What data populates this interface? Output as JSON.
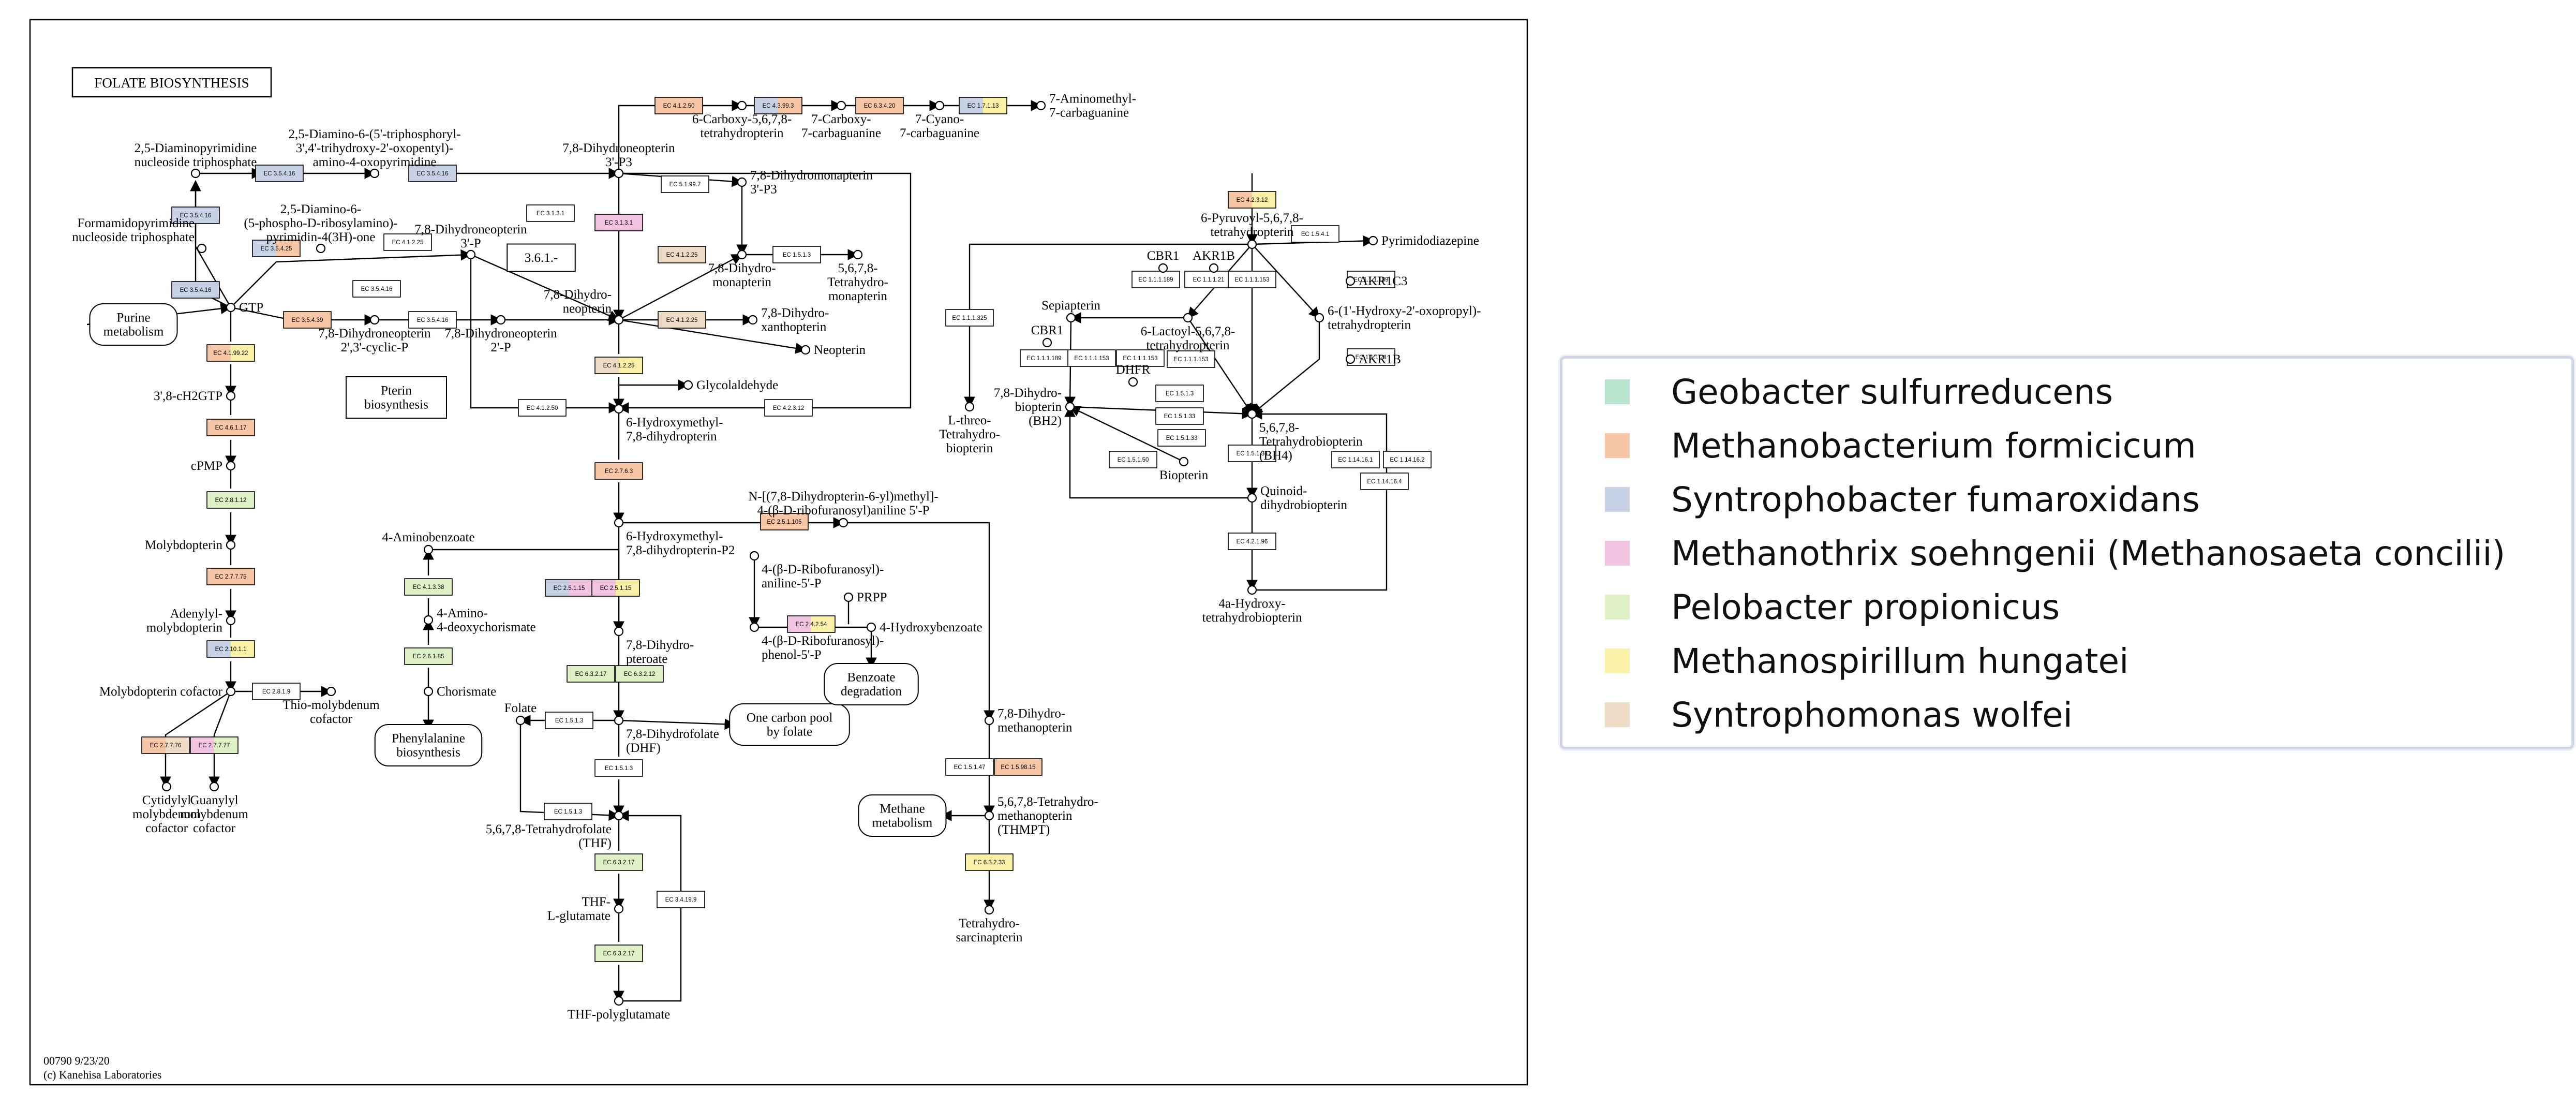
{
  "diagram": {
    "title": "FOLATE BIOSYNTHESIS",
    "map_id": "00790 9/23/20",
    "copyright": "(c) Kanehisa Laboratories"
  },
  "colors": {
    "geobacter": "#b9e5cf",
    "methanobacterium": "#f7c6a6",
    "syntrophobacter": "#c7d2e6",
    "methanothrix": "#f3c4e1",
    "pelobacter": "#ddf0c6",
    "methanospirillum": "#fbf0a8",
    "syntrophomonas": "#efdcc6"
  },
  "legend": [
    {
      "label": "Geobacter sulfurreducens",
      "color_key": "geobacter"
    },
    {
      "label": "Methanobacterium formicicum",
      "color_key": "methanobacterium"
    },
    {
      "label": "Syntrophobacter fumaroxidans",
      "color_key": "syntrophobacter"
    },
    {
      "label": "Methanothrix soehngenii (Methanosaeta concilii)",
      "color_key": "methanothrix"
    },
    {
      "label": "Pelobacter propionicus",
      "color_key": "pelobacter"
    },
    {
      "label": "Methanospirillum hungatei",
      "color_key": "methanospirillum"
    },
    {
      "label": "Syntrophomonas wolfei",
      "color_key": "syntrophomonas"
    }
  ],
  "compounds": [
    {
      "id": "c_dntp",
      "lines": [
        "2,5-Diaminopyrimidine",
        "nucleoside triphosphate"
      ]
    },
    {
      "id": "c_ddtp",
      "lines": [
        "2,5-Diamino-6-(5'-triphosphoryl-",
        "3',4'-trihydroxy-2'-oxopentyl)-",
        "amino-4-oxopyrimidine"
      ]
    },
    {
      "id": "c_dhnp3",
      "lines": [
        "7,8-Dihydroneopterin",
        "3'-P3"
      ]
    },
    {
      "id": "c_fapy",
      "lines": [
        "Formamidopyrimidine",
        "nucleoside triphosphate"
      ]
    },
    {
      "id": "c_dapr",
      "lines": [
        "2,5-Diamino-6-",
        "(5-phospho-D-ribosylamino)-",
        "pyrimidin-4(3H)-one"
      ]
    },
    {
      "id": "c_dhn3p",
      "lines": [
        "7,8-Dihydroneopterin",
        "3'-P"
      ]
    },
    {
      "id": "c_gtp",
      "lines": [
        "GTP"
      ]
    },
    {
      "id": "c_purine",
      "lines": [
        "Purine",
        "metabolism"
      ]
    },
    {
      "id": "c_dhncp",
      "lines": [
        "7,8-Dihydroneopterin",
        "2',3'-cyclic-P"
      ]
    },
    {
      "id": "c_dhn2p",
      "lines": [
        "7,8-Dihydroneopterin",
        "2'-P"
      ]
    },
    {
      "id": "c_pterin",
      "lines": [
        "Pterin",
        "biosynthesis"
      ]
    },
    {
      "id": "c_ch2gtp",
      "lines": [
        "3',8-cH2GTP"
      ]
    },
    {
      "id": "c_cpmp",
      "lines": [
        "cPMP"
      ]
    },
    {
      "id": "c_mpt",
      "lines": [
        "Molybdopterin"
      ]
    },
    {
      "id": "c_ampt",
      "lines": [
        "Adenylyl-",
        "molybdopterin"
      ]
    },
    {
      "id": "c_moco",
      "lines": [
        "Molybdopterin cofactor"
      ]
    },
    {
      "id": "c_thiomoco",
      "lines": [
        "Thio-molybdenum",
        "cofactor"
      ]
    },
    {
      "id": "c_cmoco",
      "lines": [
        "Cytidylyl",
        "molybdenum",
        "cofactor"
      ]
    },
    {
      "id": "c_gmoco",
      "lines": [
        "Guanylyl",
        "molybdenum",
        "cofactor"
      ]
    },
    {
      "id": "c_cphp",
      "lines": [
        "6-Carboxy-5,6,7,8-",
        "tetrahydropterin"
      ]
    },
    {
      "id": "c_cdg",
      "lines": [
        "7-Carboxy-",
        "7-carbaguanine"
      ]
    },
    {
      "id": "c_preq0",
      "lines": [
        "7-Cyano-",
        "7-carbaguanine"
      ]
    },
    {
      "id": "c_preq1",
      "lines": [
        "7-Aminomethyl-",
        "7-carbaguanine"
      ]
    },
    {
      "id": "c_dhmp3",
      "lines": [
        "7,8-Dihydromonapterin",
        "3'-P3"
      ]
    },
    {
      "id": "c_dhmon",
      "lines": [
        "7,8-Dihydro-",
        "monapterin"
      ]
    },
    {
      "id": "c_thmon",
      "lines": [
        "5,6,7,8-",
        "Tetrahydro-",
        "monapterin"
      ]
    },
    {
      "id": "c_dhneo",
      "lines": [
        "7,8-Dihydro-",
        "neopterin"
      ]
    },
    {
      "id": "c_dhxan",
      "lines": [
        "7,8-Dihydro-",
        "xanthopterin"
      ]
    },
    {
      "id": "c_neopterin",
      "lines": [
        "Neopterin"
      ]
    },
    {
      "id": "c_glyc",
      "lines": [
        "Glycolaldehyde"
      ]
    },
    {
      "id": "c_hmdhp",
      "lines": [
        "6-Hydroxymethyl-",
        "7,8-dihydropterin"
      ]
    },
    {
      "id": "c_hmdhpp2",
      "lines": [
        "6-Hydroxymethyl-",
        "7,8-dihydropterin-P2"
      ]
    },
    {
      "id": "c_aminobenz",
      "lines": [
        "4-Aminobenzoate"
      ]
    },
    {
      "id": "c_adc",
      "lines": [
        "4-Amino-",
        "4-deoxychorismate"
      ]
    },
    {
      "id": "c_chor",
      "lines": [
        "Chorismate"
      ]
    },
    {
      "id": "c_phe",
      "lines": [
        "Phenylalanine",
        "biosynthesis"
      ]
    },
    {
      "id": "c_dhpt",
      "lines": [
        "7,8-Dihydro-",
        "pteroate"
      ]
    },
    {
      "id": "c_folate",
      "lines": [
        "Folate"
      ]
    },
    {
      "id": "c_dhf",
      "lines": [
        "7,8-Dihydrofolate",
        "(DHF)"
      ]
    },
    {
      "id": "c_onec",
      "lines": [
        "One carbon pool",
        "by folate"
      ]
    },
    {
      "id": "c_thf",
      "lines": [
        "5,6,7,8-Tetrahydrofolate",
        "(THF)"
      ]
    },
    {
      "id": "c_thfglu",
      "lines": [
        "THF-",
        "L-glutamate"
      ]
    },
    {
      "id": "c_thfpoly",
      "lines": [
        "THF-polyglutamate"
      ]
    },
    {
      "id": "c_ndhm",
      "lines": [
        "N-[(7,8-Dihydropterin-6-yl)methyl]-",
        "4-(β-D-ribofuranosyl)aniline 5'-P"
      ]
    },
    {
      "id": "c_bdra",
      "lines": [
        "4-(β-D-Ribofuranosyl)-",
        "aniline-5'-P"
      ]
    },
    {
      "id": "c_prpp",
      "lines": [
        "PRPP"
      ]
    },
    {
      "id": "c_hba",
      "lines": [
        "4-Hydroxybenzoate"
      ]
    },
    {
      "id": "c_bdrp",
      "lines": [
        "4-(β-D-Ribofuranosyl)-",
        "phenol-5'-P"
      ]
    },
    {
      "id": "c_benzdeg",
      "lines": [
        "Benzoate",
        "degradation"
      ]
    },
    {
      "id": "c_dhmpt",
      "lines": [
        "7,8-Dihydro-",
        "methanopterin"
      ]
    },
    {
      "id": "c_methane",
      "lines": [
        "Methane",
        "metabolism"
      ]
    },
    {
      "id": "c_thmpt",
      "lines": [
        "5,6,7,8-Tetrahydro-",
        "methanopterin",
        "(THMPT)"
      ]
    },
    {
      "id": "c_thsp",
      "lines": [
        "Tetrahydro-",
        "sarcinapterin"
      ]
    },
    {
      "id": "c_ptp",
      "lines": [
        "6-Pyruvoyl-5,6,7,8-",
        "tetrahydropterin"
      ]
    },
    {
      "id": "c_pyrdiaz",
      "lines": [
        "Pyrimidodiazepine"
      ]
    },
    {
      "id": "c_cbr1a",
      "lines": [
        "CBR1"
      ]
    },
    {
      "id": "c_akr1b_a",
      "lines": [
        "AKR1B"
      ]
    },
    {
      "id": "c_akr1c3",
      "lines": [
        "AKR1C3"
      ]
    },
    {
      "id": "c_sepiapterin",
      "lines": [
        "Sepiapterin"
      ]
    },
    {
      "id": "c_lactoyl",
      "lines": [
        "6-Lactoyl-5,6,7,8-",
        "tetrahydropterin"
      ]
    },
    {
      "id": "c_hopt",
      "lines": [
        "6-(1'-Hydroxy-2'-oxopropyl)-",
        "tetrahydropterin"
      ]
    },
    {
      "id": "c_akr1b_b",
      "lines": [
        "AKR1B"
      ]
    },
    {
      "id": "c_cbr1b",
      "lines": [
        "CBR1"
      ]
    },
    {
      "id": "c_dhfr",
      "lines": [
        "DHFR"
      ]
    },
    {
      "id": "c_bh2",
      "lines": [
        "7,8-Dihydro-",
        "biopterin",
        "(BH2)"
      ]
    },
    {
      "id": "c_lthb",
      "lines": [
        "L-threo-",
        "Tetrahydro-",
        "biopterin"
      ]
    },
    {
      "id": "c_bh4",
      "lines": [
        "5,6,7,8-",
        "Tetrahydrobiopterin",
        "(BH4)"
      ]
    },
    {
      "id": "c_biopterin",
      "lines": [
        "Biopterin"
      ]
    },
    {
      "id": "c_qdhb",
      "lines": [
        "Quinoid-",
        "dihydrobiopterin"
      ]
    },
    {
      "id": "c_ahtb",
      "lines": [
        "4a-Hydroxy-",
        "tetrahydrobiopterin"
      ]
    },
    {
      "id": "c_361",
      "lines": [
        "3.6.1.-"
      ]
    }
  ],
  "enzymes": [
    {
      "id": "e01",
      "ec": "EC 3.5.4.16",
      "colors": [
        "syntrophobacter"
      ]
    },
    {
      "id": "e02",
      "ec": "EC 3.5.4.16",
      "colors": [
        "syntrophobacter"
      ]
    },
    {
      "id": "e03",
      "ec": "EC 3.5.4.16",
      "colors": [
        "syntrophobacter"
      ]
    },
    {
      "id": "e04",
      "ec": "EC 3.5.4.16",
      "colors": [
        "syntrophobacter"
      ]
    },
    {
      "id": "e05",
      "ec": "EC 3.5.4.25",
      "colors": [
        "syntrophobacter",
        "methanobacterium"
      ]
    },
    {
      "id": "e06",
      "ec": "EC 4.1.2.25",
      "colors": []
    },
    {
      "id": "e07",
      "ec": "EC 3.5.4.39",
      "colors": [
        "methanobacterium"
      ]
    },
    {
      "id": "e08",
      "ec": "EC 3.5.4.16",
      "colors": []
    },
    {
      "id": "e09",
      "ec": "EC 3.5.4.16",
      "colors": []
    },
    {
      "id": "e10",
      "ec": "EC 4.1.99.22",
      "colors": [
        "methanobacterium",
        "methanospirillum"
      ]
    },
    {
      "id": "e11",
      "ec": "EC 4.6.1.17",
      "colors": [
        "methanobacterium"
      ]
    },
    {
      "id": "e12",
      "ec": "EC 2.8.1.12",
      "colors": [
        "pelobacter"
      ]
    },
    {
      "id": "e13",
      "ec": "EC 2.7.7.75",
      "colors": [
        "methanobacterium"
      ]
    },
    {
      "id": "e14",
      "ec": "EC 2.10.1.1",
      "colors": [
        "syntrophobacter",
        "methanospirillum"
      ]
    },
    {
      "id": "e15",
      "ec": "EC 2.8.1.9",
      "colors": []
    },
    {
      "id": "e16",
      "ec": "EC 2.7.7.76",
      "colors": [
        "methanobacterium",
        "syntrophomonas"
      ]
    },
    {
      "id": "e17",
      "ec": "EC 2.7.7.77",
      "colors": [
        "methanothrix",
        "pelobacter"
      ]
    },
    {
      "id": "e18",
      "ec": "EC 3.1.3.1",
      "colors": []
    },
    {
      "id": "e19",
      "ec": "EC 3.1.3.1",
      "colors": [
        "methanothrix"
      ]
    },
    {
      "id": "e20",
      "ec": "EC 4.1.2.50",
      "colors": [
        "methanobacterium"
      ]
    },
    {
      "id": "e21",
      "ec": "EC 4.3.99.3",
      "colors": [
        "syntrophobacter",
        "methanobacterium"
      ]
    },
    {
      "id": "e22",
      "ec": "EC 6.3.4.20",
      "colors": [
        "methanobacterium"
      ]
    },
    {
      "id": "e23",
      "ec": "EC 1.7.1.13",
      "colors": [
        "syntrophobacter",
        "methanospirillum"
      ]
    },
    {
      "id": "e24",
      "ec": "EC 5.1.99.7",
      "colors": []
    },
    {
      "id": "e25",
      "ec": "EC 4.1.2.25",
      "colors": [
        "syntrophomonas"
      ]
    },
    {
      "id": "e26",
      "ec": "EC 1.5.1.3",
      "colors": []
    },
    {
      "id": "e27",
      "ec": "EC 4.1.2.25",
      "colors": [
        "syntrophomonas"
      ]
    },
    {
      "id": "e28",
      "ec": "EC 4.1.2.25",
      "colors": [
        "syntrophomonas",
        "methanospirillum"
      ]
    },
    {
      "id": "e29",
      "ec": "EC 4.1.2.50",
      "colors": []
    },
    {
      "id": "e30",
      "ec": "EC 4.2.3.12",
      "colors": []
    },
    {
      "id": "e31",
      "ec": "EC 2.7.6.3",
      "colors": [
        "methanobacterium"
      ]
    },
    {
      "id": "e32",
      "ec": "EC 2.5.1.15",
      "colors": [
        "syntrophobacter",
        "methanothrix"
      ]
    },
    {
      "id": "e33",
      "ec": "EC 2.5.1.15",
      "colors": [
        "methanothrix",
        "methanospirillum"
      ]
    },
    {
      "id": "e34",
      "ec": "EC 4.1.3.38",
      "colors": [
        "pelobacter"
      ]
    },
    {
      "id": "e35",
      "ec": "EC 2.6.1.85",
      "colors": [
        "pelobacter"
      ]
    },
    {
      "id": "e36",
      "ec": "EC 6.3.2.17",
      "colors": [
        "pelobacter"
      ]
    },
    {
      "id": "e37",
      "ec": "EC 6.3.2.12",
      "colors": [
        "pelobacter"
      ]
    },
    {
      "id": "e38",
      "ec": "EC 1.5.1.3",
      "colors": []
    },
    {
      "id": "e39",
      "ec": "EC 1.5.1.3",
      "colors": []
    },
    {
      "id": "e40",
      "ec": "EC 1.5.1.3",
      "colors": []
    },
    {
      "id": "e41",
      "ec": "EC 6.3.2.17",
      "colors": [
        "pelobacter"
      ]
    },
    {
      "id": "e42",
      "ec": "EC 3.4.19.9",
      "colors": []
    },
    {
      "id": "e43",
      "ec": "EC 6.3.2.17",
      "colors": [
        "pelobacter"
      ]
    },
    {
      "id": "e44",
      "ec": "EC 2.5.1.105",
      "colors": [
        "methanobacterium"
      ]
    },
    {
      "id": "e45",
      "ec": "EC 2.4.2.54",
      "colors": [
        "methanothrix",
        "methanospirillum"
      ]
    },
    {
      "id": "e46",
      "ec": "EC 1.5.1.47",
      "colors": []
    },
    {
      "id": "e47",
      "ec": "EC 1.5.98.15",
      "colors": [
        "methanobacterium"
      ]
    },
    {
      "id": "e48",
      "ec": "EC 6.3.2.33",
      "colors": [
        "methanospirillum"
      ]
    },
    {
      "id": "e49",
      "ec": "EC 4.2.3.12",
      "colors": [
        "methanobacterium",
        "methanospirillum"
      ]
    },
    {
      "id": "e50",
      "ec": "EC 1.5.4.1",
      "colors": []
    },
    {
      "id": "e51",
      "ec": "EC 1.1.1.325",
      "colors": []
    },
    {
      "id": "e52",
      "ec": "EC 1.1.1.189",
      "colors": []
    },
    {
      "id": "e53",
      "ec": "EC 1.1.1.21",
      "colors": []
    },
    {
      "id": "e54",
      "ec": "EC 1.1.1.153",
      "colors": []
    },
    {
      "id": "e55",
      "ec": "EC 1.1.1.189",
      "colors": []
    },
    {
      "id": "e56",
      "ec": "EC 1.1.1.153",
      "colors": []
    },
    {
      "id": "e57",
      "ec": "EC 1.1.1.153",
      "colors": []
    },
    {
      "id": "e58",
      "ec": "EC 1.1.1.189",
      "colors": []
    },
    {
      "id": "e59",
      "ec": "EC 1.1.1.21",
      "colors": []
    },
    {
      "id": "e60",
      "ec": "EC 1.5.1.3",
      "colors": []
    },
    {
      "id": "e61",
      "ec": "EC 1.5.1.33",
      "colors": []
    },
    {
      "id": "e62",
      "ec": "EC 1.5.1.33",
      "colors": []
    },
    {
      "id": "e63",
      "ec": "EC 1.5.1.50",
      "colors": []
    },
    {
      "id": "e64",
      "ec": "EC 1.5.1.34",
      "colors": []
    },
    {
      "id": "e65",
      "ec": "EC 1.14.16.1",
      "colors": []
    },
    {
      "id": "e66",
      "ec": "EC 1.14.16.2",
      "colors": []
    },
    {
      "id": "e67",
      "ec": "EC 1.14.16.4",
      "colors": []
    },
    {
      "id": "e68",
      "ec": "EC 4.2.1.96",
      "colors": []
    },
    {
      "id": "e69",
      "ec": "EC 1.1.1.153",
      "colors": []
    }
  ]
}
